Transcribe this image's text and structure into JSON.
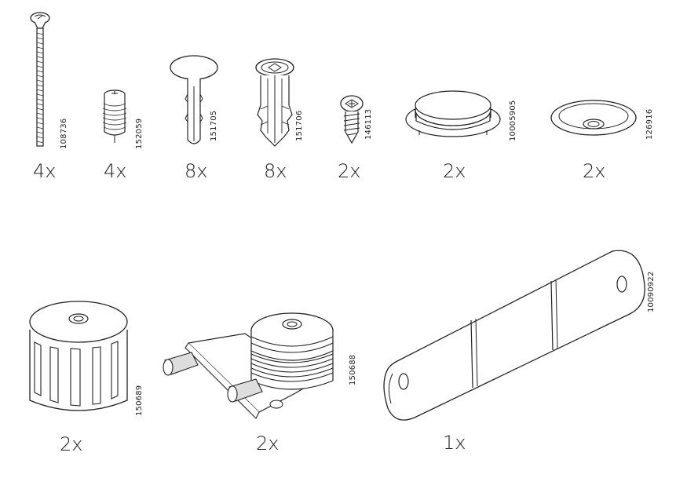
{
  "parts": [
    {
      "id": "bolt",
      "code": "108736",
      "quantity": "4x",
      "icon": "long-bolt-icon"
    },
    {
      "id": "barrel-nut",
      "code": "152059",
      "quantity": "4x",
      "icon": "threaded-insert-icon"
    },
    {
      "id": "push-pin",
      "code": "151705",
      "quantity": "8x",
      "icon": "push-pin-icon"
    },
    {
      "id": "dowel-anchor",
      "code": "151706",
      "quantity": "8x",
      "icon": "wall-plug-icon"
    },
    {
      "id": "small-screw",
      "code": "146113",
      "quantity": "2x",
      "icon": "short-screw-icon"
    },
    {
      "id": "cap",
      "code": "10005905",
      "quantity": "2x",
      "icon": "round-cap-icon"
    },
    {
      "id": "washer",
      "code": "126916",
      "quantity": "2x",
      "icon": "cup-washer-icon"
    },
    {
      "id": "knob",
      "code": "150689",
      "quantity": "2x",
      "icon": "ribbed-knob-icon"
    },
    {
      "id": "bracket",
      "code": "150688",
      "quantity": "2x",
      "icon": "knob-bracket-icon"
    },
    {
      "id": "strip",
      "code": "10090922",
      "quantity": "1x",
      "icon": "connector-strip-icon"
    }
  ]
}
